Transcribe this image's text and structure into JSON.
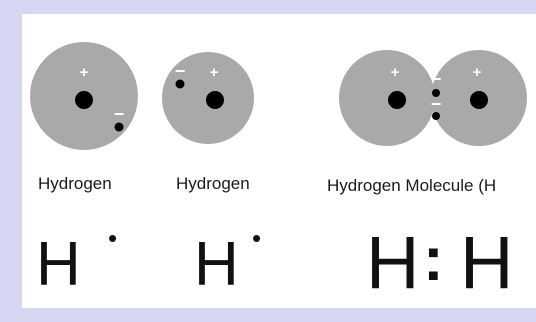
{
  "atoms": [
    {
      "label": "Hydrogen",
      "symbol": "H",
      "bonding_dot": "•",
      "proton_sign": "+",
      "electron_sign": "−"
    },
    {
      "label": "Hydrogen",
      "symbol": "H",
      "bonding_dot": "•",
      "proton_sign": "+",
      "electron_sign": "−"
    }
  ],
  "molecule": {
    "label": "Hydrogen Molecule (H",
    "symbol_left": "H",
    "shared_pair": ":",
    "symbol_right": "H",
    "proton_sign": "+",
    "electron_sign": "−"
  },
  "colors": {
    "background": "#d5d7f3",
    "panel": "#ffffff",
    "orbital": "#a9a9a9",
    "nucleus": "#000000",
    "sign": "#ffffff",
    "text": "#1a1a1a"
  }
}
